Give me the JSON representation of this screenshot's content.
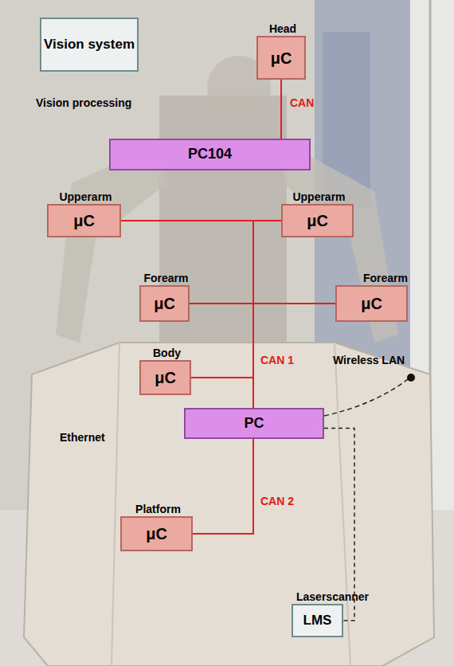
{
  "diagram": {
    "nodes": [
      {
        "text": [
          "Vision system"
        ]
      },
      {
        "text": [
          "Head",
          "μC"
        ]
      },
      {
        "text": [
          "PC104"
        ]
      },
      {
        "text": [
          "Upperarm",
          "μC"
        ]
      },
      {
        "text": [
          "Upperarm",
          "μC"
        ]
      },
      {
        "text": [
          "Forearm",
          "μC"
        ]
      },
      {
        "text": [
          "Forearm",
          "μC"
        ]
      },
      {
        "text": [
          "Body",
          "μC"
        ]
      },
      {
        "text": [
          "PC"
        ]
      },
      {
        "text": [
          "Platform",
          "μC"
        ]
      },
      {
        "text": [
          "Laserscanner",
          "LMS"
        ]
      }
    ],
    "edges": [
      {
        "from": 1,
        "to": 2,
        "arrow": "none"
      },
      {
        "from": 3,
        "to": 8,
        "arrow": "none"
      },
      {
        "from": 4,
        "to": 8,
        "arrow": "none"
      },
      {
        "from": 5,
        "to": 8,
        "arrow": "none"
      },
      {
        "from": 6,
        "to": 8,
        "arrow": "none"
      },
      {
        "from": 7,
        "to": 8,
        "arrow": "none"
      },
      {
        "from": 8,
        "to": 9,
        "arrow": "none"
      },
      {
        "from": 8,
        "to": 10,
        "arrow": "none"
      }
    ],
    "labels": [
      "Vision processing",
      "CAN",
      "CAN 1",
      "Wireless LAN",
      "Ethernet",
      "CAN 2"
    ]
  }
}
